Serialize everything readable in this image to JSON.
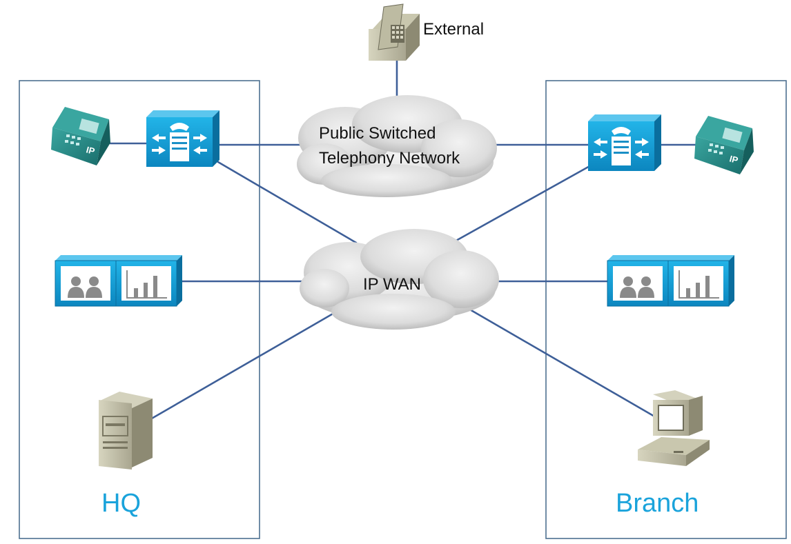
{
  "external": {
    "label": "External"
  },
  "pstn": {
    "label_line1": "Public Switched",
    "label_line2": "Telephony Network"
  },
  "wan": {
    "label": "IP WAN"
  },
  "sites": {
    "hq": {
      "label": "HQ"
    },
    "branch": {
      "label": "Branch"
    }
  },
  "icons": {
    "ip_phone": "ip-phone-icon",
    "call_manager": "call-manager-icon",
    "analog_phone": "analog-phone-icon",
    "application_server": "application-server-icon",
    "file_server": "file-server-icon",
    "workstation": "workstation-icon",
    "cloud": "cloud-icon"
  },
  "colors": {
    "site_label": "#1aa3db",
    "link": "#3e5f98",
    "device_blue": "#12a1d6",
    "phone_teal": "#1d8a8a",
    "cloud": "#dcdcdc"
  }
}
